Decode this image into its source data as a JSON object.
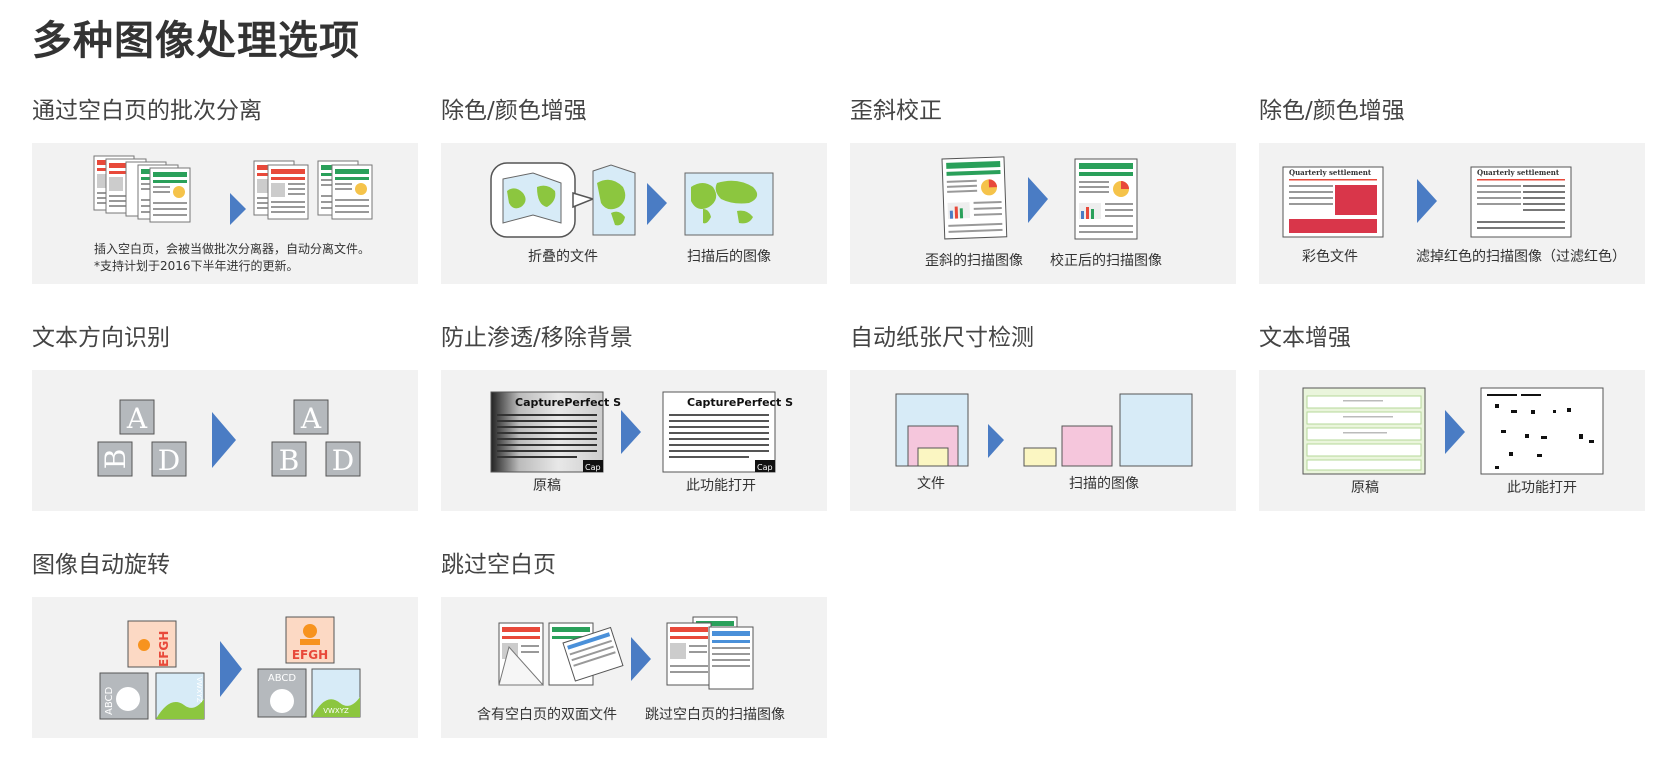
{
  "page": {
    "title": "多种图像处理选项"
  },
  "cards": [
    {
      "title": "通过空白页的批次分离",
      "note_line1": "插入空白页，会被当做批次分离器，自动分离文件。",
      "note_line2": "*支持计划于2016下半年进行的更新。"
    },
    {
      "title": "除色/颜色增强",
      "caption_left": "折叠的文件",
      "caption_right": "扫描后的图像"
    },
    {
      "title": "歪斜校正",
      "caption_left": "歪斜的扫描图像",
      "caption_right": "校正后的扫描图像"
    },
    {
      "title": "除色/颜色增强",
      "caption_left": "彩色文件",
      "caption_right": "滤掉红色的扫描图像（过滤红色）",
      "doc_heading": "Quarterly settlement"
    },
    {
      "title": "文本方向识别",
      "letters": [
        "A",
        "B",
        "D"
      ]
    },
    {
      "title": "防止渗透/移除背景",
      "caption_left": "原稿",
      "caption_right": "此功能打开",
      "doc_heading": "CapturePerfect S",
      "doc_corner": "Cap"
    },
    {
      "title": "自动纸张尺寸检测",
      "caption_left": "文件",
      "caption_right": "扫描的图像"
    },
    {
      "title": "文本增强",
      "caption_left": "原稿",
      "caption_right": "此功能打开"
    },
    {
      "title": "图像自动旋转",
      "tile_text_1": "EFGH",
      "tile_text_2": "ABCD",
      "tile_text_3": "VWXYZ"
    },
    {
      "title": "跳过空白页",
      "caption_left": "含有空白页的双面文件",
      "caption_right": "跳过空白页的扫描图像"
    }
  ],
  "colors": {
    "panel_bg": "#f2f2f2",
    "arrow_blue": "#4a7cc4",
    "doc_red": "#e8493a",
    "doc_green": "#2aa05a",
    "map_green": "#8cc63f",
    "map_blue": "#d7ebf7",
    "tile_gray": "#b5b9bd"
  },
  "icons": [
    "arrow-right-icon",
    "document-icon",
    "map-icon",
    "bear-icon",
    "person-icon"
  ]
}
